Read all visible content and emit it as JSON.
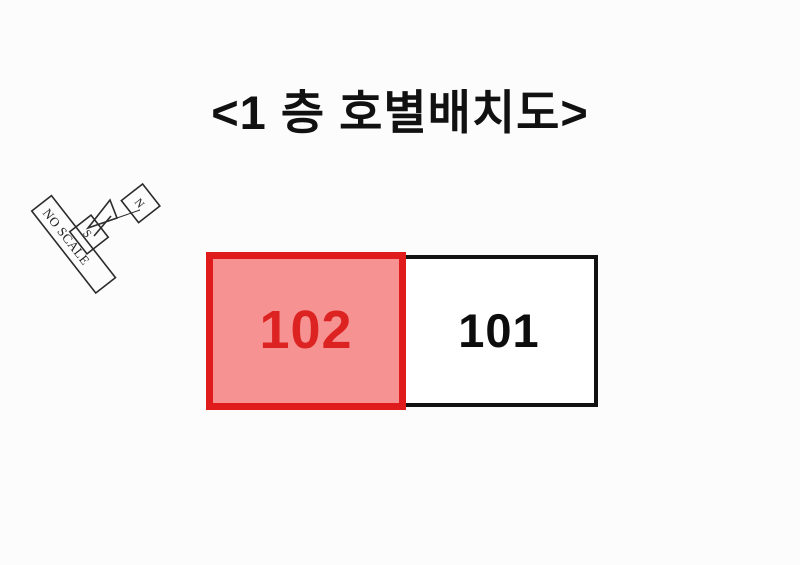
{
  "document": {
    "title": "<1 층 호별배치도>",
    "background_color": "#fcfcfc"
  },
  "compass": {
    "name": "north-arrow-no-scale",
    "north_label": "N",
    "south_label": "S",
    "scale_note": "NO SCALE",
    "stroke_color": "#2b2b2b",
    "rotation_degrees": -52
  },
  "floor_plan": {
    "floor": "1",
    "rooms": [
      {
        "id": "102",
        "label": "102",
        "highlighted": true,
        "fill_color": "#F69292",
        "border_color": "#E01B1B",
        "text_color": "#DD2222",
        "position": "left"
      },
      {
        "id": "101",
        "label": "101",
        "highlighted": false,
        "fill_color": "#FFFFFF",
        "border_color": "#121212",
        "text_color": "#0D0D0D",
        "position": "right"
      }
    ]
  }
}
